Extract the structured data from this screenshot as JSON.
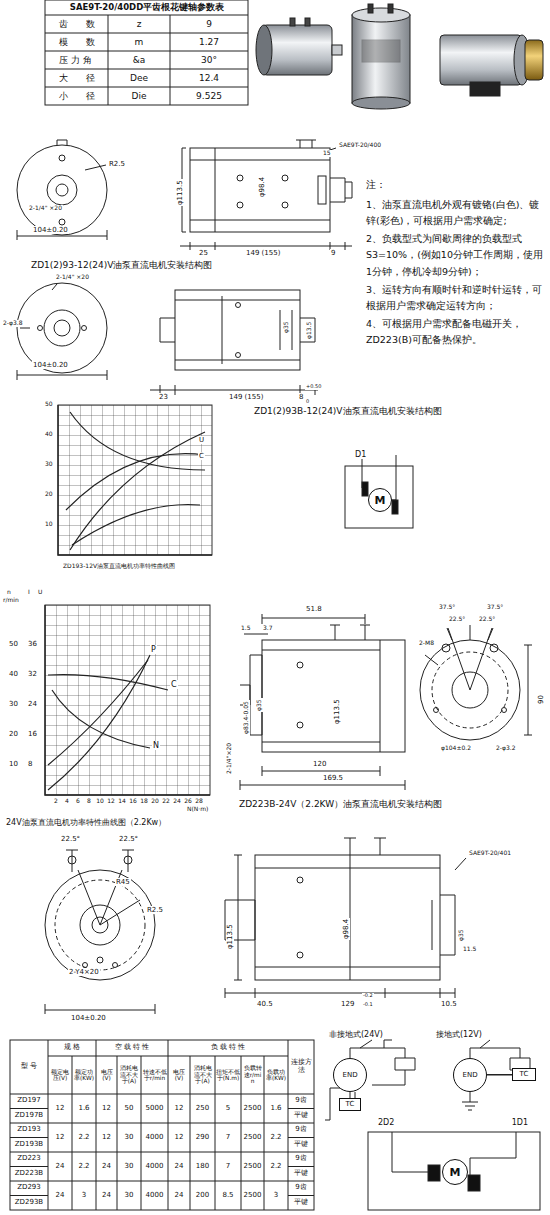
{
  "diagram": {
    "nodes": [
      {
        "text": [
          "D1"
        ]
      },
      {
        "text": [
          "M"
        ],
        "in": 0
      },
      {
        "text": [
          "END"
        ]
      },
      {
        "text": [
          "TC"
        ]
      },
      {
        "text": [
          "END"
        ]
      },
      {
        "text": [
          "TC"
        ]
      },
      {
        "text": [
          "2D2",
          "1D1"
        ]
      },
      {
        "text": [
          "M"
        ],
        "in": 6
      }
    ],
    "edges": [
      {
        "from": 2,
        "to": 3,
        "arrow": "none"
      },
      {
        "from": 4,
        "to": 5,
        "arrow": "none"
      }
    ],
    "labels": [
      "SAE9T-20/40DD平齿根花键轴参数表",
      "齿　　数",
      "z",
      "9",
      "模　　数",
      "m",
      "1.27",
      "压 力 角",
      "&a",
      "30°",
      "大　　径",
      "Dee",
      "12.4",
      "小　　径",
      "Die",
      "9.525",
      "R2.5",
      "2-1/4\" ×20",
      "104±0.20",
      "φ113.5",
      "φ98.4",
      "15",
      "SAE9T-20/400",
      "25",
      "149 (155)",
      "9",
      "ZD1(2)93-12(24)V油泵直流电机安装结构图",
      "注：",
      "1、油泵直流电机外观有镀铬(白色)、镀锌(彩色)，可根据用户需求确定;",
      "2、负载型式为间歇周律的负载型式S3=10%，(例如10分钟工作周期，使用1分钟，停机冷却9分钟)；",
      "3、运转方向有顺时针和逆时针运转，可根据用户需求确定运转方向；",
      "4、可根据用户需求配备电磁开关，ZD223(B)可配备热保护。",
      "2-1/4\" ×20",
      "2-φ3.8",
      "104±0.20",
      "φ35",
      "φ13.5",
      "23",
      "149 (155)",
      "8",
      "+0.50",
      "0",
      "ZD1(2)93B-12(24)V油泵直流电机安装结构图",
      "ZD193-12V油泵直流电机功率特性曲线图",
      "U",
      "C",
      "50",
      "40",
      "30",
      "20",
      "10",
      "n",
      "r/min",
      "I",
      "U",
      "50",
      "40",
      "30",
      "20",
      "10",
      "36",
      "32",
      "24",
      "16",
      "8",
      "P",
      "C",
      "N",
      "2",
      "4",
      "6",
      "8",
      "10",
      "12",
      "14",
      "16",
      "18",
      "20",
      "22",
      "24",
      "26",
      "28",
      "N(N·m)",
      "24V油泵直流电机功率特性曲线图（2.2Kw）",
      "51.8",
      "1.5",
      "3.7",
      "φ83.4-0.05",
      "φ35",
      "φ113.5",
      "2-1/4\"×20",
      "120",
      "169.5",
      "37.5°",
      "37.5°",
      "22.5°",
      "22.5°",
      "2-M8",
      "90",
      "φ104±0.2",
      "2-φ3.2",
      "ZD223B-24V（2.2KW）油泵直流电机安装结构图",
      "22.5°",
      "22.5°",
      "R45",
      "R2.5",
      "2-Y4×20",
      "104±0.20",
      "φ113.5",
      "φ98.4",
      "SAE9T-20/401",
      "φ35",
      "11.5",
      "40.5",
      "129",
      "-0.2",
      "-0.1",
      "10.5",
      "非接地式(24V)",
      "接地式(12V)",
      "型 号",
      "规 格",
      "空 载 特 性",
      "负 载 特 性",
      "连接方法",
      "额定电压(V)",
      "额定功率(KW)",
      "电压(V)",
      "消耗电流不大于(A)",
      "转速不低于r/min",
      "电压(V)",
      "消耗电流不大于(A)",
      "扭矩不低于(N.m)",
      "负载转速r/min",
      "负载功率(KW)",
      "ZD197",
      "12",
      "1.6",
      "12",
      "50",
      "5000",
      "12",
      "250",
      "5",
      "2500",
      "1.6",
      "9齿",
      "ZD197B",
      "平键",
      "ZD193",
      "12",
      "2.2",
      "12",
      "30",
      "4000",
      "12",
      "290",
      "7",
      "2500",
      "2.2",
      "9齿",
      "ZD193B",
      "平键",
      "ZD223",
      "24",
      "2.2",
      "24",
      "30",
      "4000",
      "24",
      "180",
      "7",
      "2500",
      "2.2",
      "9齿",
      "ZD223B",
      "平键",
      "ZD293",
      "24",
      "3",
      "24",
      "30",
      "4000",
      "24",
      "200",
      "8.5",
      "2500",
      "3",
      "9齿",
      "ZD293B",
      "平键"
    ]
  }
}
